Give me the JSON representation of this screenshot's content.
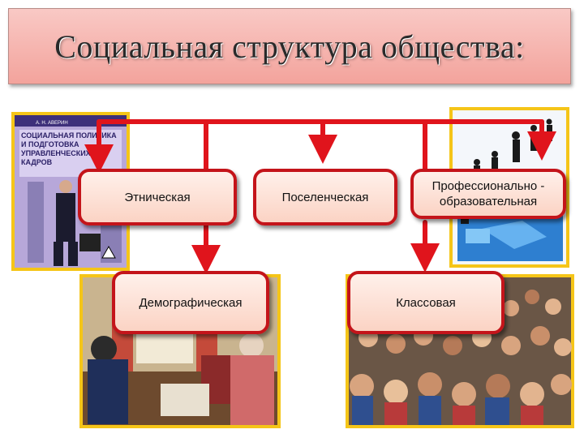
{
  "title": "Социальная структура общества:",
  "nodes": {
    "ethnic": "Этническая",
    "settlement": "Поселенческая",
    "professional": "Профессионально - образовательная",
    "demographic": "Демографическая",
    "class": "Классовая"
  },
  "book": {
    "author": "А. Н. АВЕРИН",
    "title": "СОЦИАЛЬНАЯ ПОЛИТИКА И ПОДГОТОВКА УПРАВЛЕНЧЕСКИХ КАДРОВ"
  },
  "colors": {
    "arrow": "#e0141c",
    "node_border": "#c4141a",
    "photo_frame": "#f5c518",
    "title_bg": "#f6b5af"
  }
}
